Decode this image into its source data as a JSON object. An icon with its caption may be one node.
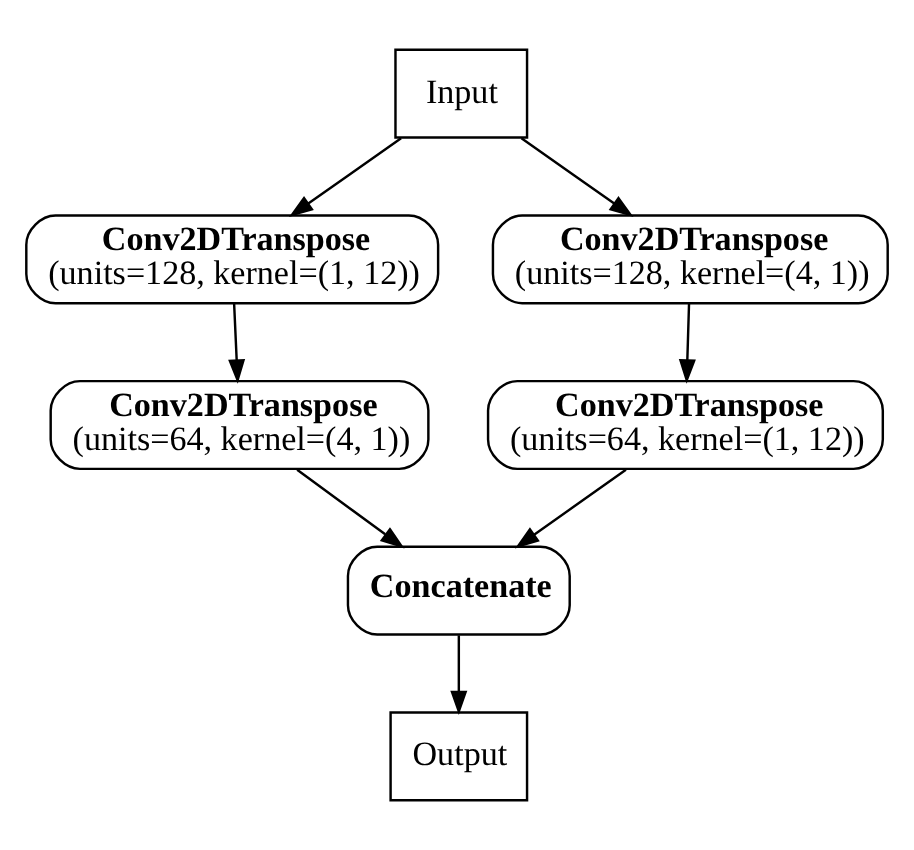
{
  "diagram": {
    "nodes": [
      {
        "text": [
          "Input"
        ]
      },
      {
        "text": [
          "Conv2DTranspose",
          "(units=128, kernel=(1, 12))"
        ]
      },
      {
        "text": [
          "Conv2DTranspose",
          "(units=128, kernel=(4, 1))"
        ]
      },
      {
        "text": [
          "Conv2DTranspose",
          "(units=64, kernel=(4, 1))"
        ]
      },
      {
        "text": [
          "Conv2DTranspose",
          "(units=64, kernel=(1, 12))"
        ]
      },
      {
        "text": [
          "Concatenate"
        ]
      },
      {
        "text": [
          "Output"
        ]
      }
    ],
    "edges": [
      {
        "from": 0,
        "to": 1,
        "arrow": "to"
      },
      {
        "from": 0,
        "to": 2,
        "arrow": "to"
      },
      {
        "from": 1,
        "to": 3,
        "arrow": "to"
      },
      {
        "from": 2,
        "to": 4,
        "arrow": "to"
      },
      {
        "from": 3,
        "to": 5,
        "arrow": "to"
      },
      {
        "from": 4,
        "to": 5,
        "arrow": "to"
      },
      {
        "from": 5,
        "to": 6,
        "arrow": "to"
      }
    ]
  }
}
